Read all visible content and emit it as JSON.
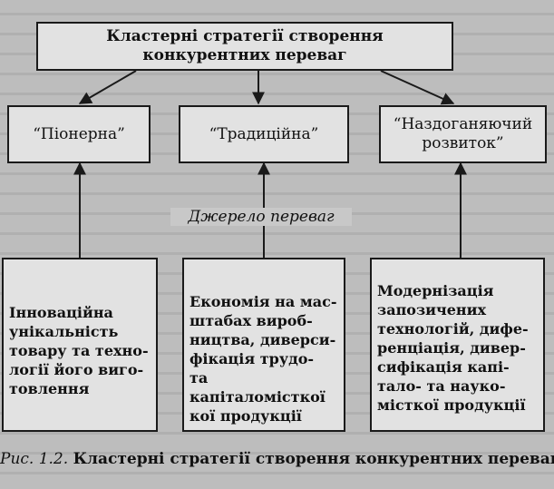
{
  "diagram": {
    "title": "Кластерні стратегії створення конкурентних переваг",
    "strategies": [
      "“Піонерна”",
      "“Традиційна”",
      "“Наздоганяючий розвиток”"
    ],
    "source_label": "Джерело    переваг",
    "sources": [
      "Інноваційна\nунікальність\nтовару та техно-\nлогії його виго-\nтовлення",
      "Економія на мас-\nштабах вироб-\nництва, диверси-\nфікація трудо-\nта капіталомісткої\nкої продукції",
      "Модернізація\nзапозичених\nтехнологій, дифе-\nренціація, дивер-\nсифікація капі-\nтало- та науко-\nмісткої продукції"
    ]
  },
  "caption": {
    "number": "Рис. 1.2.",
    "title": "Кластерні стратегії створення конкурентних переваг"
  },
  "colors": {
    "background": "#bdbdbd",
    "box_fill": "#e2e2e2",
    "line": "#1a1a1a"
  }
}
